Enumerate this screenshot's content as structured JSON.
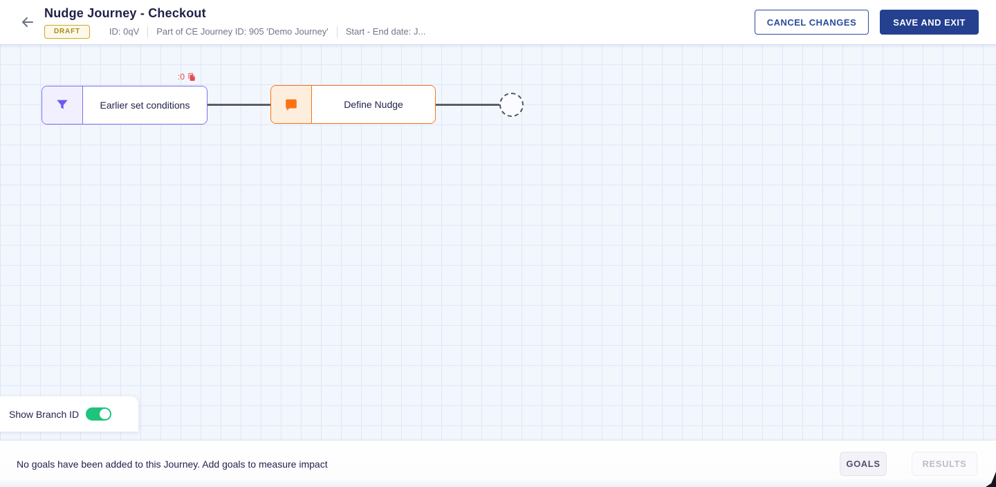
{
  "header": {
    "title": "Nudge Journey - Checkout",
    "status_badge": "DRAFT",
    "id_text": "ID: 0qV",
    "journey_text": "Part of CE Journey ID: 905 'Demo Journey'",
    "date_text": "Start - End date: J...",
    "cancel_label": "CANCEL CHANGES",
    "save_label": "SAVE AND EXIT"
  },
  "canvas": {
    "nodes": [
      {
        "label": "Earlier set conditions",
        "icon": "filter-icon",
        "accent": "#7a6ff0",
        "icon_bg": "#f2f0fe"
      },
      {
        "label": "Define Nudge",
        "icon": "nudge-message-icon",
        "accent": "#f97316",
        "icon_bg": "#fdeede"
      }
    ],
    "branch_badge": {
      "text": ":0",
      "icon": "copy-icon",
      "color": "#e5484d"
    },
    "placeholder_node": {
      "icon": "dashed-circle",
      "style": "dashed"
    }
  },
  "branch_toggle": {
    "label": "Show Branch ID",
    "state": "on",
    "color": "#1ec47c"
  },
  "footer": {
    "message": "No goals have been added to this Journey. Add goals to measure impact",
    "goals_label": "GOALS",
    "results_label": "RESULTS"
  },
  "icons": {
    "back": "arrow-left-icon",
    "node1": "filter-icon",
    "node2": "nudge-message-icon",
    "badge": "copy-icon"
  },
  "colors": {
    "title_navy": "#20204a",
    "meta_gray": "#73738c",
    "draft_gold": "#c9a727",
    "primary_blue": "#24408f",
    "node_purple": "#7a6ff0",
    "node_orange": "#f97316",
    "badge_red": "#e5484d",
    "toggle_green": "#1ec47c",
    "canvas_bg": "#f2f6fd",
    "grid_line": "#dfe8f8",
    "connector_gray": "#5c5c66"
  }
}
